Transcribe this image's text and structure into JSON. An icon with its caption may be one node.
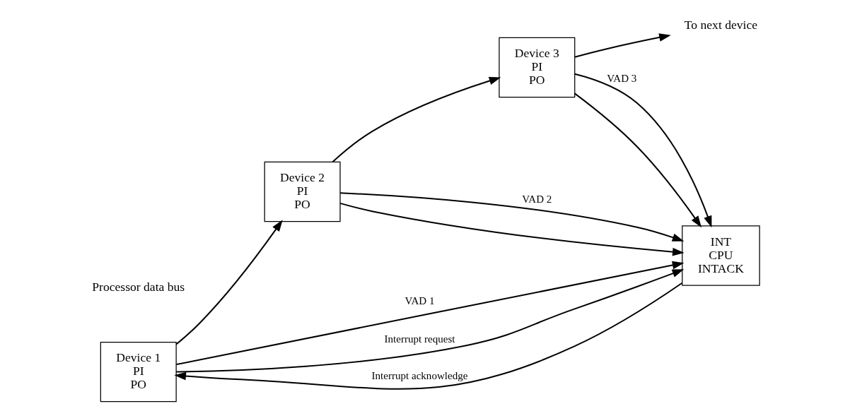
{
  "diagram": {
    "nodes": [
      {
        "text": [
          "Device 1",
          "PI",
          "PO"
        ]
      },
      {
        "text": [
          "Device 2",
          "PI",
          "PO"
        ]
      },
      {
        "text": [
          "Device 3",
          "PI",
          "PO"
        ]
      },
      {
        "text": [
          "To next device"
        ]
      },
      {
        "text": [
          "INT",
          "CPU",
          "INTACK"
        ]
      }
    ],
    "edges": [
      {
        "from": 0,
        "to": 4,
        "arrow": "to",
        "label": "VAD 1"
      },
      {
        "from": 1,
        "to": 4,
        "arrow": "to",
        "label": "VAD 2"
      },
      {
        "from": 2,
        "to": 4,
        "arrow": "to",
        "label": "VAD 3"
      },
      {
        "from": 0,
        "to": 1,
        "arrow": "to"
      },
      {
        "from": 1,
        "to": 2,
        "arrow": "to"
      },
      {
        "from": 2,
        "to": 3,
        "arrow": "to"
      },
      {
        "from": 0,
        "to": 4,
        "arrow": "to",
        "label": "Interrupt request"
      },
      {
        "from": 1,
        "to": 4,
        "arrow": "to"
      },
      {
        "from": 2,
        "to": 4,
        "arrow": "to"
      },
      {
        "from": 4,
        "to": 0,
        "arrow": "to",
        "label": "Interrupt acknowledge"
      }
    ],
    "labels": [
      "Processor data bus"
    ]
  }
}
